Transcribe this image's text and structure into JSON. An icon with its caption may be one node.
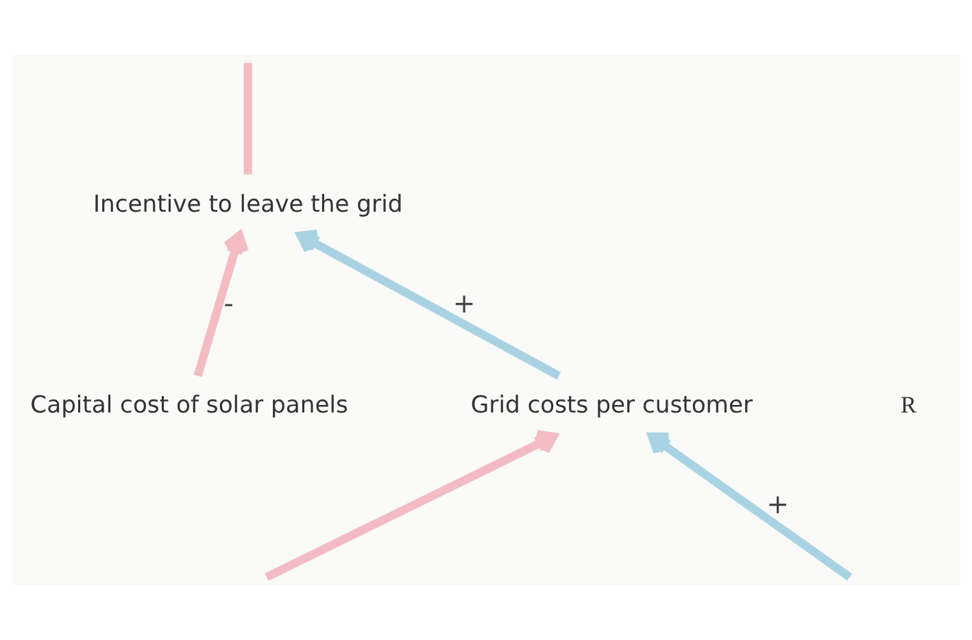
{
  "diagram": {
    "nodes": [
      {
        "text": [
          "Incentive to leave the grid"
        ]
      },
      {
        "text": [
          "Capital cost of solar panels"
        ]
      },
      {
        "text": [
          "Grid costs per customer"
        ]
      }
    ],
    "edges": [
      {
        "from": 2,
        "to": 0,
        "arrow": "to",
        "label": "+",
        "color": "#a9d3e3"
      },
      {
        "from": 1,
        "to": 0,
        "arrow": "to",
        "label": "-"
      },
      {
        "from": 0,
        "to": null,
        "arrow": "none"
      },
      {
        "from": null,
        "to": 2,
        "arrow": "to"
      },
      {
        "from": null,
        "to": 2,
        "arrow": "to",
        "label": "+",
        "color": "#a9d3e3"
      }
    ],
    "labels": [
      "R"
    ]
  }
}
